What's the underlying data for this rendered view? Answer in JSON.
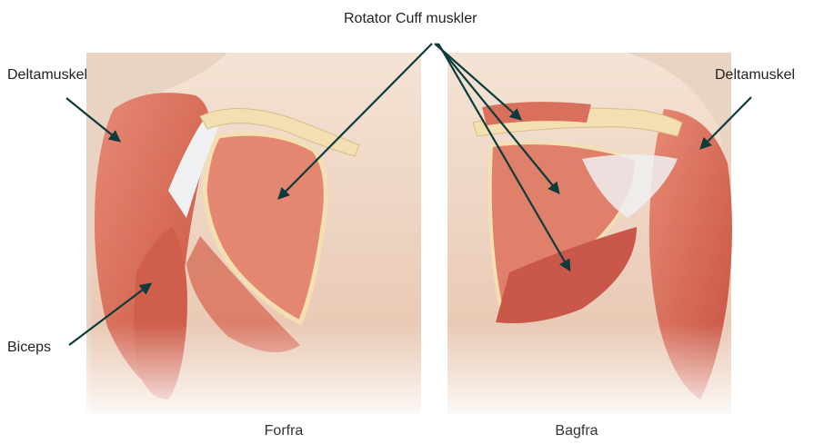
{
  "labels": {
    "rotator_cuff": "Rotator Cuff muskler",
    "deltoid_left": "Deltamuskel",
    "deltoid_right": "Deltamuskel",
    "biceps": "Biceps"
  },
  "captions": {
    "front": "Forfra",
    "back": "Bagfra"
  },
  "colors": {
    "arrow": "#0d3b3b",
    "skin": "#f1d7c3",
    "muscle": "#d96f5c",
    "muscle_dark": "#b94c3d",
    "bone": "#f3dfb2",
    "tendon": "#eef0f2"
  }
}
